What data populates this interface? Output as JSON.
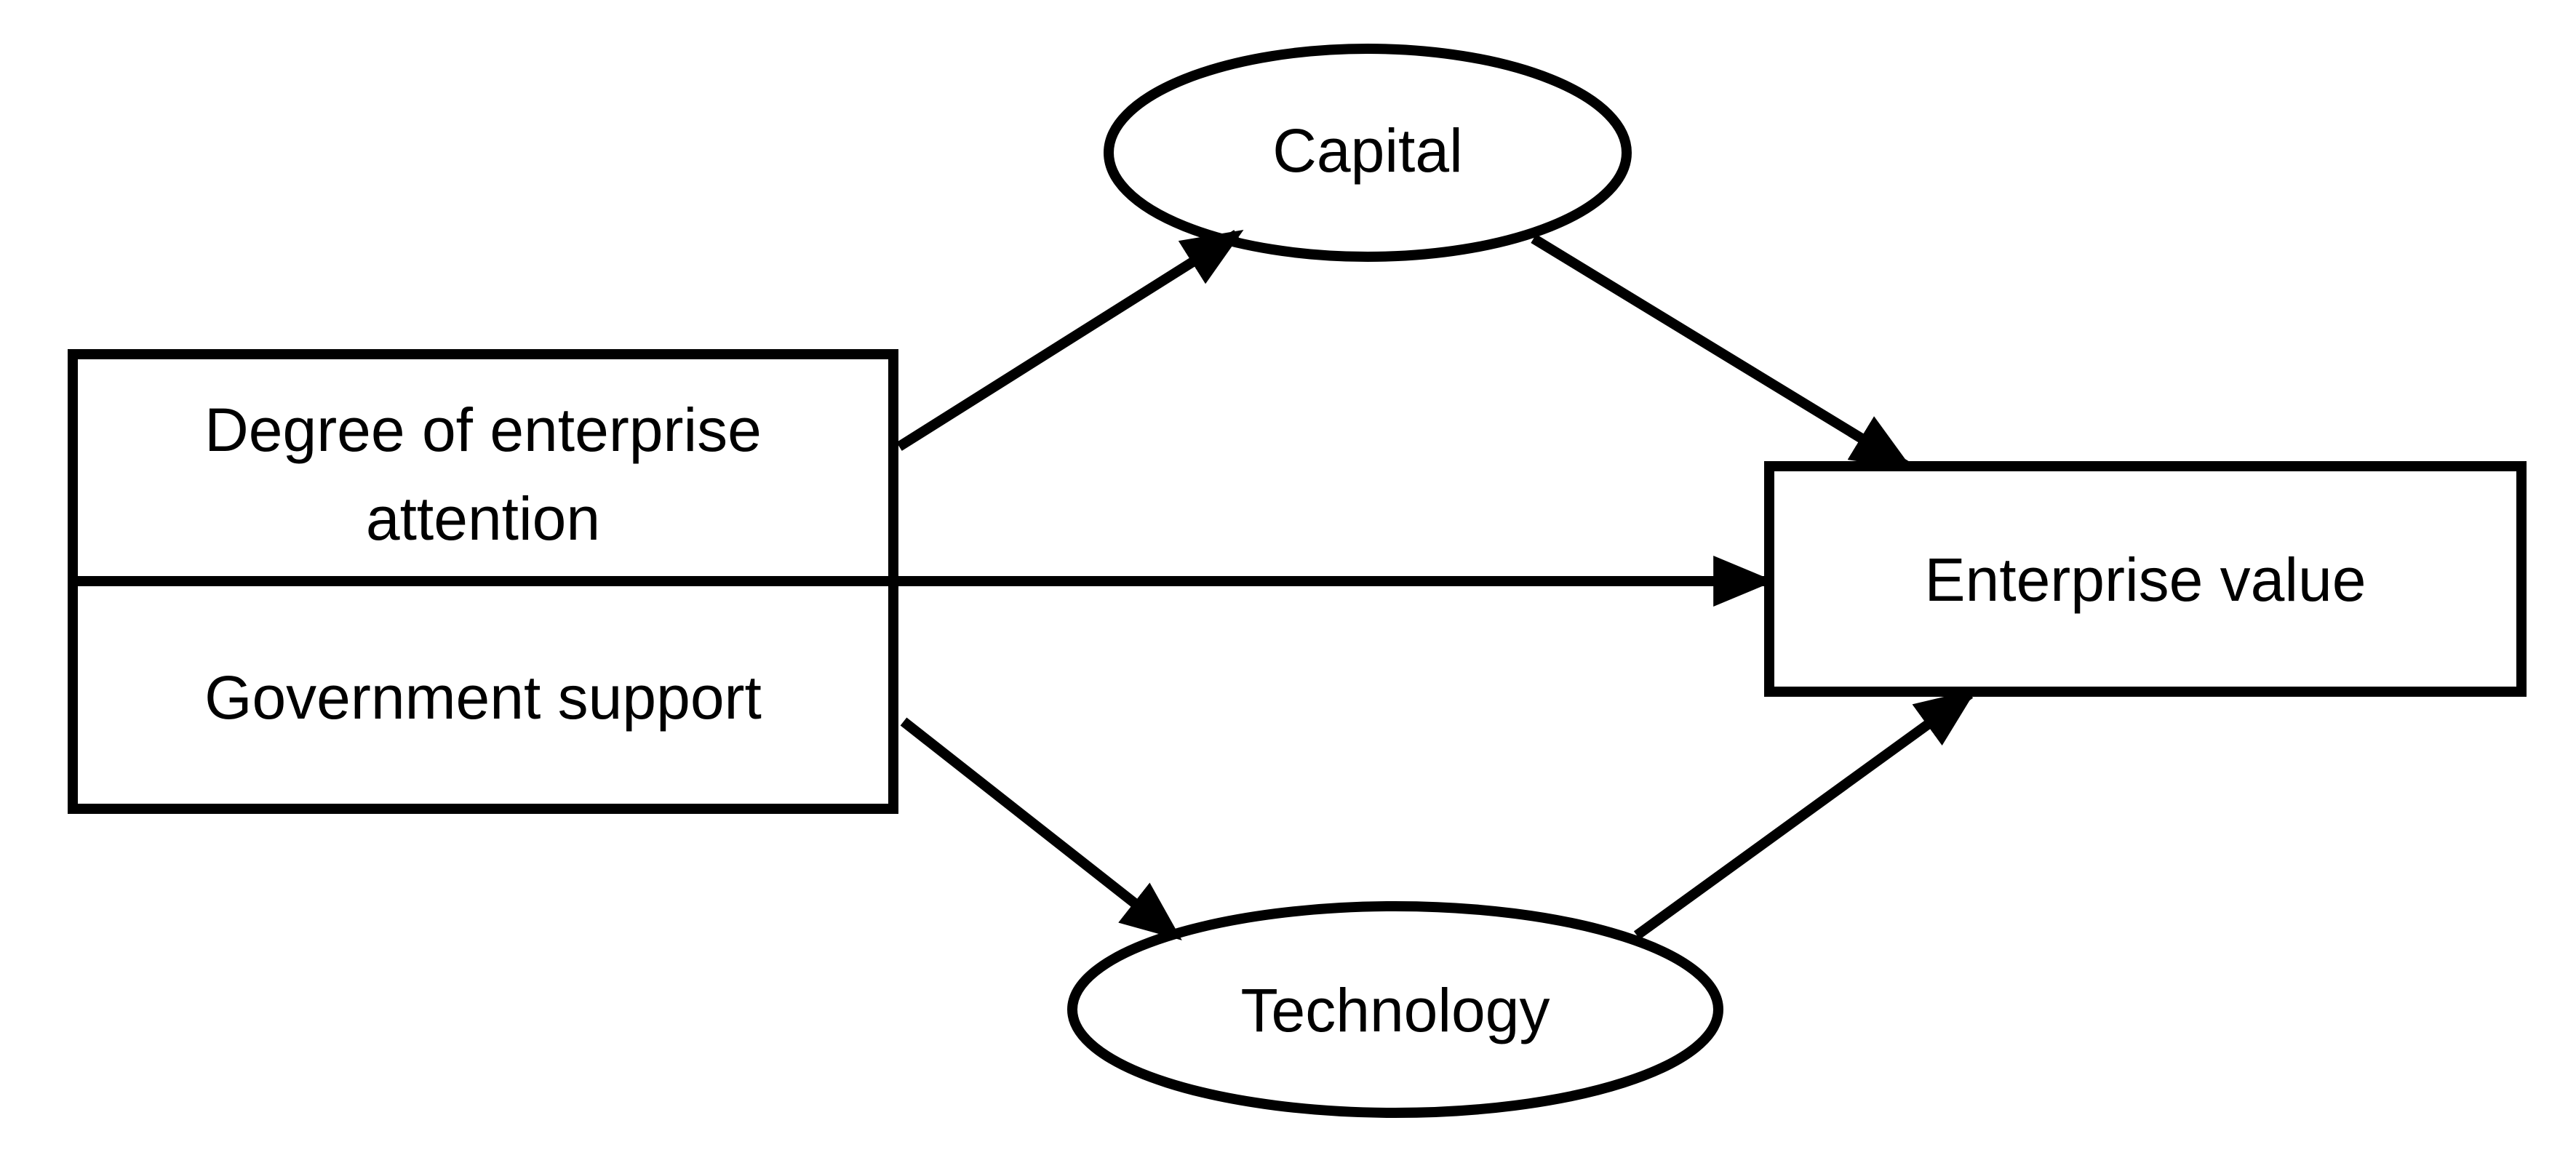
{
  "diagram": {
    "nodes": {
      "degree": {
        "label_line1": "Degree of enterprise",
        "label_line2": "attention"
      },
      "government": {
        "label": "Government support"
      },
      "capital": {
        "label": "Capital"
      },
      "technology": {
        "label": "Technology"
      },
      "enterprise_value": {
        "label": "Enterprise value"
      }
    },
    "edges": [
      {
        "from": "Degree of enterprise attention / Government support",
        "to": "Capital"
      },
      {
        "from": "Capital",
        "to": "Enterprise value"
      },
      {
        "from": "Degree of enterprise attention / Government support",
        "to": "Enterprise value"
      },
      {
        "from": "Degree of enterprise attention / Government support",
        "to": "Technology"
      },
      {
        "from": "Technology",
        "to": "Enterprise value"
      }
    ],
    "colors": {
      "stroke": "#000000",
      "background": "#ffffff"
    }
  }
}
